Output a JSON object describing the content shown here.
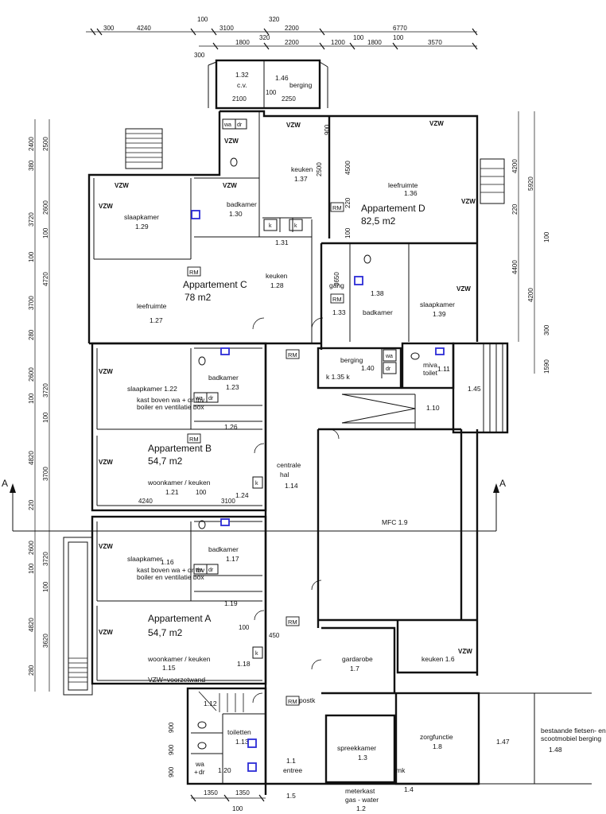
{
  "dims_top_row1": [
    "300",
    "4240",
    "100",
    "3100",
    "320",
    "2200",
    "6770"
  ],
  "dims_top_row2": [
    "300",
    "1800",
    "320",
    "2200",
    "1200",
    "100",
    "1800",
    "100",
    "3570"
  ],
  "dims_storage": [
    "2100",
    "100",
    "2250"
  ],
  "dims_left_outer": [
    "2400",
    "2500",
    "380",
    "3720",
    "2600",
    "100",
    "4720",
    "3700",
    "280",
    "3720",
    "2600",
    "100",
    "4820",
    "3700",
    "220",
    "3720",
    "2600",
    "100",
    "4820",
    "3620",
    "280"
  ],
  "dims_right": [
    "4200",
    "5920",
    "220",
    "100",
    "4400",
    "4200",
    "300",
    "1590"
  ],
  "dims_misc": [
    "900",
    "2500",
    "4500",
    "220",
    "100",
    "3650",
    "4240",
    "100",
    "3100",
    "100",
    "450",
    "900",
    "900",
    "900",
    "1350",
    "1350",
    "100"
  ],
  "dims_labels": {
    "t1": "100",
    "t2": "320",
    "t3": "1200",
    "t4": "100"
  },
  "rooms": {
    "r132": "1.32",
    "r132b": "c.v.",
    "r146": "1.46",
    "r146b": "berging",
    "r130": "badkamer",
    "r130n": "1.30",
    "r137": "keuken",
    "r137n": "1.37",
    "r136": "leefruimte",
    "r136n": "1.36",
    "r129": "slaapkamer",
    "r129n": "1.29",
    "r131": "1.31",
    "r128": "keuken",
    "r128n": "1.28",
    "r127": "leefruimte",
    "r127n": "1.27",
    "r133": "gang",
    "r133n": "1.33",
    "r138": "1.38",
    "r138b": "badkamer",
    "r139": "slaapkamer",
    "r139n": "1.39",
    "r140": "berging",
    "r140n": "1.40",
    "r135": "k 1.35 k",
    "r111": "miva",
    "r111b": "toilet",
    "r111n": "1.11",
    "r145": "1.45",
    "r110": "1.10",
    "r122": "slaapkamer  1.22",
    "r122note1": "kast boven wa + dr tbv",
    "r122note2": "boiler en ventilatie box",
    "r123": "badkamer",
    "r123n": "1.23",
    "r126": "1.26",
    "r121": "woonkamer / keuken",
    "r121n": "1.21",
    "r124": "1.24",
    "r114": "centrale",
    "r114b": "hal",
    "r114n": "1.14",
    "r19": "MFC  1.9",
    "r116": "slaapkamer",
    "r116n": "1.16",
    "r116note1": "kast boven wa + dr tbv",
    "r116note2": "boiler en ventilatie box",
    "r117": "badkamer",
    "r117n": "1.17",
    "r119": "1.19",
    "r115": "woonkamer / keuken",
    "r115n": "1.15",
    "r118": "1.18",
    "r17": "gardarobe",
    "r17n": "1.7",
    "r16": "keuken  1.6",
    "r112": "1.12",
    "r113": "toiletten",
    "r113n": "1.13",
    "r120": "1.20",
    "r11": "1.1",
    "r11b": "entree",
    "r13": "spreekkamer",
    "r13n": "1.3",
    "r18": "zorgfunctie",
    "r18n": "1.8",
    "r147": "1.47",
    "r148a": "bestaande fietsen- en",
    "r148b": "scootmobiel berging",
    "r148n": "1.48",
    "r15": "1.5",
    "r14": "1.4",
    "r12a": "meterkast",
    "r12b": "gas - water",
    "r12n": "1.2",
    "postk": "postk",
    "mk": "mk"
  },
  "apartments": {
    "d_name": "Appartement D",
    "d_area": "82,5 m2",
    "c_name": "Appartement C",
    "c_area": "78 m2",
    "b_name": "Appartement B",
    "b_area": "54,7 m2",
    "a_name": "Appartement A",
    "a_area": "54,7 m2"
  },
  "legend": "VZW=voorzetwand",
  "marks": {
    "vzw": "VZW",
    "rm": "RM",
    "wa": "wa",
    "dr": "dr",
    "k": "k",
    "section": "A"
  },
  "colors": {
    "line": "#111111",
    "sink": "#2b2bd6",
    "background": "#ffffff"
  }
}
